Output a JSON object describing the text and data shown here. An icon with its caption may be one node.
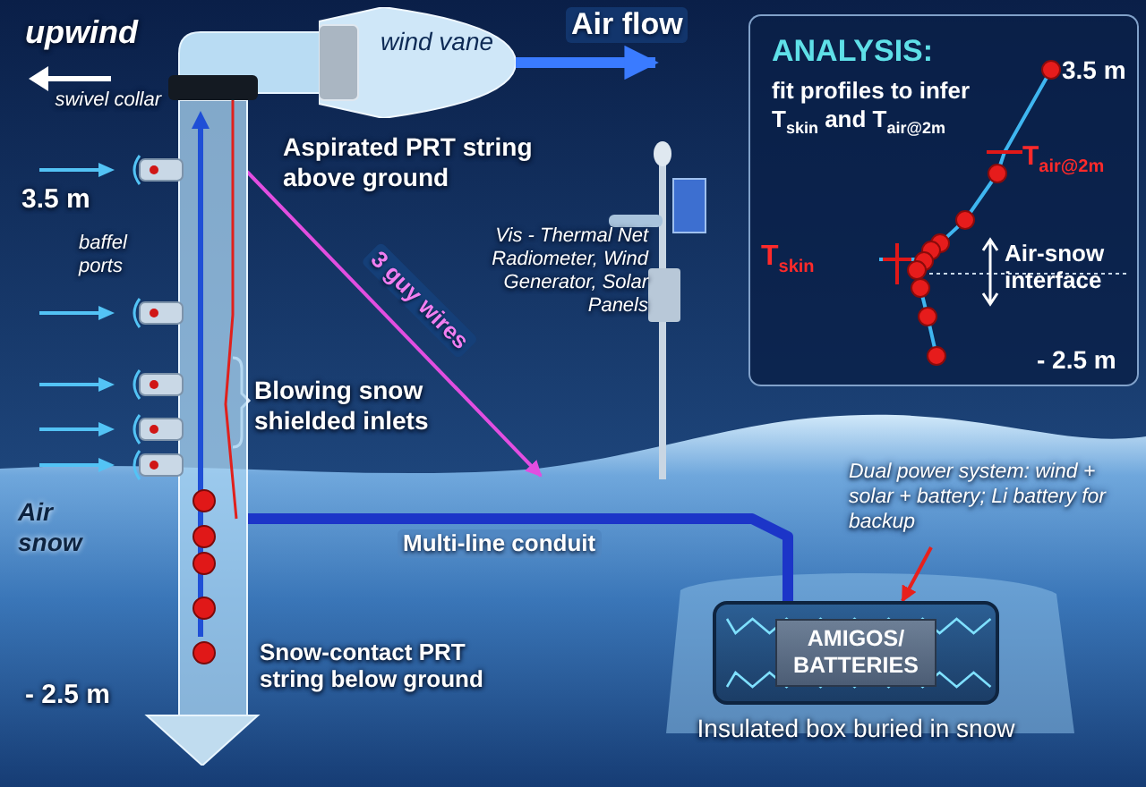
{
  "diagram": {
    "nodes": [
      {
        "text": [
          "wind vane"
        ]
      },
      {
        "text": [
          "ANALYSIS:",
          "fit profiles to infer T$_{skin}$ and T$_{air@2m}$"
        ]
      },
      {
        "text": [],
        "shape": "bar",
        "beside": [
          "Snow-contact PRT string below ground"
        ]
      },
      {
        "text": [
          "Dual power system: wind + solar + battery; Li battery for backup"
        ]
      },
      {
        "text": [
          "AMIGOS/ BATTERIES"
        ],
        "beside": [
          "Insulated box buried in snow"
        ]
      }
    ],
    "edges": [
      {
        "from": 0,
        "to": null,
        "arrow": "to",
        "label": "Air flow",
        "style": "thick",
        "color": "#3a7bff"
      },
      {
        "from": 2,
        "to": null,
        "arrow": "to",
        "label": "3 guy wires",
        "color": "#e24ee0"
      },
      {
        "from": 2,
        "to": 4,
        "arrow": "none",
        "label": "Multi-line conduit",
        "style": "thick",
        "color": "#1c35c8"
      },
      {
        "from": 3,
        "to": 4,
        "arrow": "to",
        "color": "#e8201c"
      }
    ],
    "labels": [
      "upwind",
      "swivel collar",
      "3.5 m",
      "baffel ports",
      "Aspirated PRT string above ground",
      "Vis - Thermal Net Radiometer, Wind Generator, Solar Panels",
      "Blowing snow shielded inlets",
      "Air",
      "snow",
      "- 2.5 m",
      "3.5 m",
      "T$_{air@2m}$",
      "T$_{skin}$",
      "Air-snow interface",
      "- 2.5 m"
    ]
  }
}
